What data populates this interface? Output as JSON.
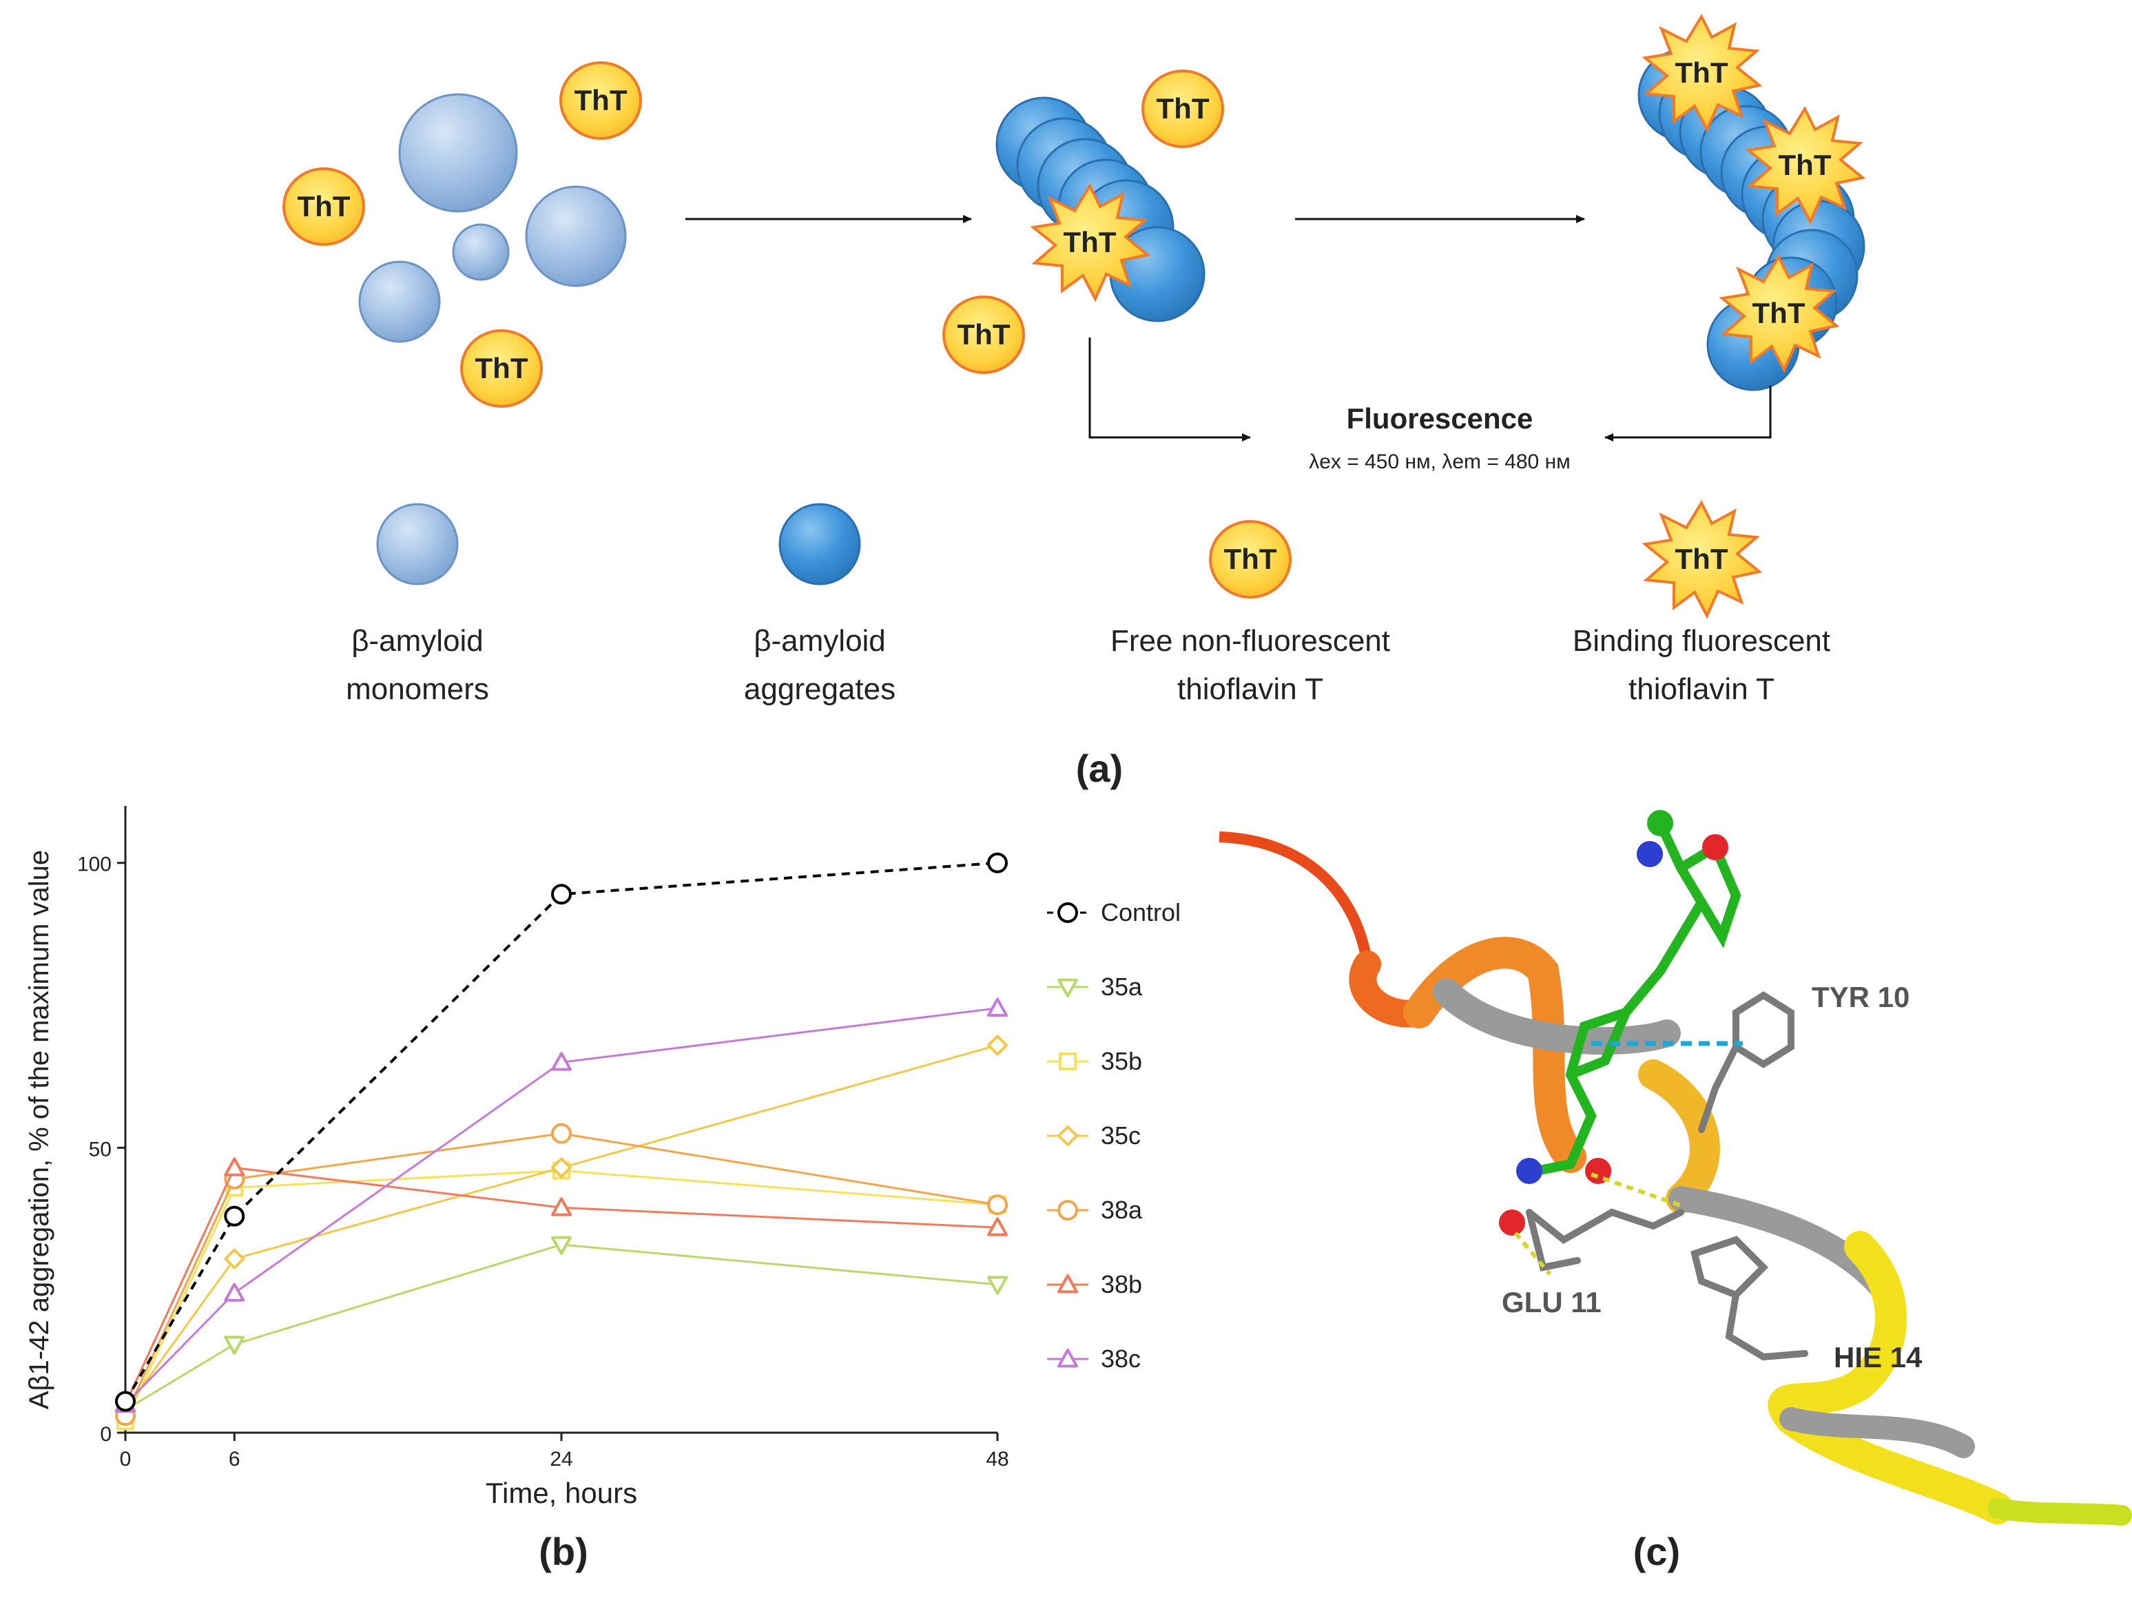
{
  "panel_a": {
    "tht_label": "ThT",
    "fluorescence_title": "Fluorescence",
    "fluorescence_params": "λex = 450 нм, λem = 480 нм",
    "legend": [
      {
        "line1": "β-amyloid",
        "line2": "monomers"
      },
      {
        "line1": "β-amyloid",
        "line2": "aggregates"
      },
      {
        "line1": "Free non-fluorescent",
        "line2": "thioflavin T"
      },
      {
        "line1": "Binding fluorescent",
        "line2": "thioflavin T"
      }
    ],
    "panel_label": "(a)"
  },
  "panel_b": {
    "panel_label": "(b)",
    "chart_data": {
      "type": "line",
      "x": [
        0,
        6,
        24,
        48
      ],
      "xlabel": "Time, hours",
      "ylabel": "Aβ1-42 aggregation, % of the maximum value",
      "ylim": [
        0,
        110
      ],
      "xticks": [
        0,
        6,
        24,
        48
      ],
      "yticks": [
        0,
        50,
        100
      ],
      "legend_position": "right",
      "series": [
        {
          "name": "Control",
          "values": [
            5.5,
            38,
            94.5,
            100
          ],
          "color": "#000000",
          "marker": "circle",
          "dashed": true
        },
        {
          "name": "35a",
          "values": [
            4,
            15.5,
            33,
            26
          ],
          "color": "#b8d86a",
          "marker": "triangle-down"
        },
        {
          "name": "35b",
          "values": [
            2,
            43,
            46,
            40
          ],
          "color": "#f5e25a",
          "marker": "square"
        },
        {
          "name": "35c",
          "values": [
            4,
            30.5,
            46.5,
            68
          ],
          "color": "#f2c84b",
          "marker": "diamond"
        },
        {
          "name": "38a",
          "values": [
            3,
            44.5,
            52.5,
            40
          ],
          "color": "#f0a64a",
          "marker": "circle"
        },
        {
          "name": "38b",
          "values": [
            5,
            46.5,
            39.5,
            36
          ],
          "color": "#f07a5a",
          "marker": "triangle-up"
        },
        {
          "name": "38c",
          "values": [
            5,
            24.5,
            65,
            74.5
          ],
          "color": "#c67ad8",
          "marker": "triangle-up"
        }
      ]
    }
  },
  "panel_c": {
    "panel_label": "(c)",
    "residues": [
      "TYR  10",
      "GLU  11",
      "HIE  14"
    ]
  }
}
